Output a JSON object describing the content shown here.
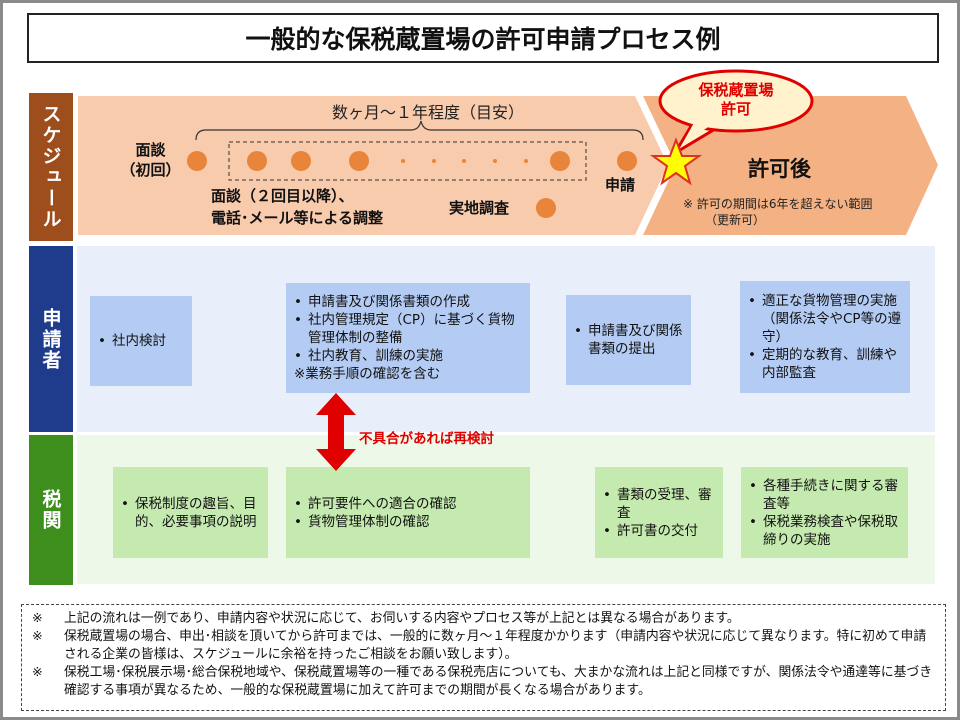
{
  "title": "一般的な保税蔵置場の許可申請プロセス例",
  "rows": {
    "schedule": "スケジュール",
    "applicant": "申請者",
    "customs": "税関"
  },
  "schedule": {
    "duration": "数ヶ月～１年程度（目安）",
    "first_meeting": "面談\n（初回）",
    "followup_line1": "面談（２回目以降）、",
    "followup_line2": "電話･メール等による調整",
    "site_inspection": "実地調査",
    "application": "申請",
    "bubble_line1": "保税蔵置場",
    "bubble_line2": "許可",
    "after": "許可後",
    "after_note_line1": "※ 許可の期間は6年を超えない範囲",
    "after_note_line2": "（更新可）"
  },
  "applicant": {
    "box1": [
      "社内検討"
    ],
    "box2": [
      "申請書及び関係書類の作成",
      "社内管理規定（CP）に基づく貨物管理体制の整備",
      "社内教育、訓練の実施"
    ],
    "box2_note": "※業務手順の確認を含む",
    "box3": [
      "申請書及び関係書類の提出"
    ],
    "box4": [
      "適正な貨物管理の実施（関係法令やCP等の遵守）",
      "定期的な教育、訓練や内部監査"
    ]
  },
  "recheck": "不具合があれば再検討",
  "customs": {
    "box1": [
      "保税制度の趣旨、目的、必要事項の説明"
    ],
    "box2": [
      "許可要件への適合の確認",
      "貨物管理体制の確認"
    ],
    "box3": [
      "書類の受理、審査",
      "許可書の交付"
    ],
    "box4": [
      "各種手続きに関する審査等",
      "保税業務検査や保税取締りの実施"
    ]
  },
  "notes": [
    {
      "mark": "※",
      "text": "上記の流れは一例であり、申請内容や状況に応じて、お伺いする内容やプロセス等が上記とは異なる場合があります。"
    },
    {
      "mark": "※",
      "text": "保税蔵置場の場合、申出･相談を頂いてから許可までは、一般的に数ヶ月～１年程度かかります（申請内容や状況に応じて異なります。特に初めて申請される企業の皆様は、スケジュールに余裕を持ったご相談をお願い致します）。"
    },
    {
      "mark": "※",
      "text": "保税工場･保税展示場･総合保税地域や、保税蔵置場等の一種である保税売店についても、大まかな流れは上記と同様ですが、関係法令や通達等に基づき確認する事項が異なるため、一般的な保税蔵置場に加えて許可までの期間が長くなる場合があります。"
    }
  ]
}
